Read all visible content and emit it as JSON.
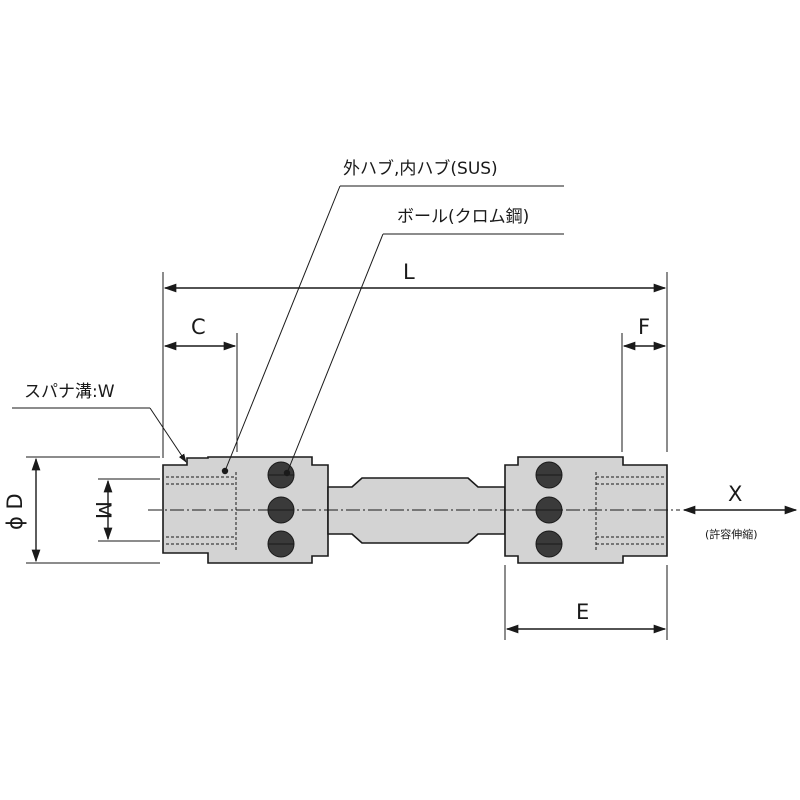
{
  "labels": {
    "hub": "外ハブ,内ハブ(SUS)",
    "ball": "ボール(クロム鋼)",
    "wrench": "スパナ溝:W",
    "L": "L",
    "C": "C",
    "F": "F",
    "E": "E",
    "M": "M",
    "D": "ϕ D",
    "X": "X",
    "X_sub": "(許容伸縮)"
  },
  "colors": {
    "body_fill": "#d3d3d3",
    "ball_fill": "#3a3a3a",
    "line": "#1a1a1a"
  }
}
